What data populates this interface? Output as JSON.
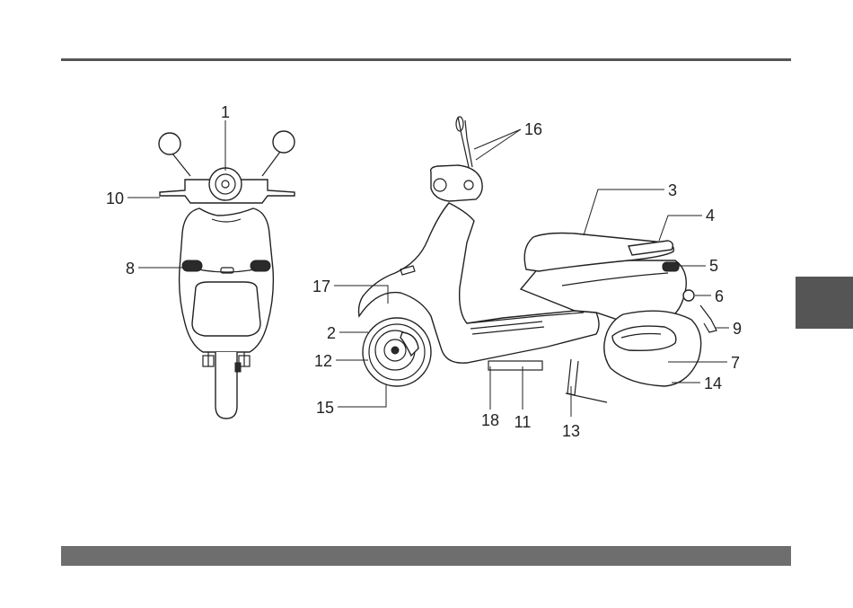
{
  "page": {
    "colors": {
      "rule": "#555555",
      "bottom_bar": "#6e6e6e",
      "side_tab": "#555555",
      "ink": "#222222"
    }
  },
  "diagram": {
    "labels": {
      "l1": "1",
      "l2": "2",
      "l3": "3",
      "l4": "4",
      "l5": "5",
      "l6": "6",
      "l7": "7",
      "l8": "8",
      "l9": "9",
      "l10": "10",
      "l11": "11",
      "l12": "12",
      "l13": "13",
      "l14": "14",
      "l15": "15",
      "l16": "16",
      "l17": "17",
      "l18": "18"
    }
  }
}
